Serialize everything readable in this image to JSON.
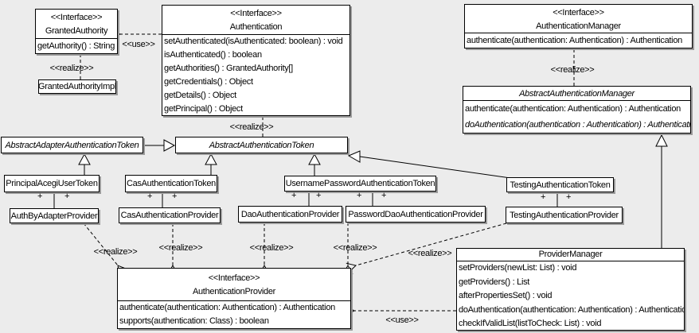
{
  "colors": {
    "background": "#ececec",
    "box_fill": "#ffffff",
    "line": "#000000",
    "shadow": "#9a9a9a"
  },
  "edge_labels": {
    "use": "<<use>>",
    "realize": "<<realize>>",
    "plus": "+"
  },
  "classes": {
    "granted_authority": {
      "stereotype": "<<Interface>>",
      "name": "GrantedAuthority",
      "methods": [
        "getAuthority() : String"
      ]
    },
    "granted_authority_impl": {
      "name": "GrantedAuthorityImpl"
    },
    "authentication": {
      "stereotype": "<<Interface>>",
      "name": "Authentication",
      "methods": [
        "setAuthenticated(isAuthenticated: boolean) : void",
        "isAuthenticated() : boolean",
        "getAuthorities() : GrantedAuthority[]",
        "getCredentials() : Object",
        "getDetails() : Object",
        "getPrincipal() : Object"
      ]
    },
    "authentication_manager": {
      "stereotype": "<<Interface>>",
      "name": "AuthenticationManager",
      "methods": [
        "authenticate(authentication: Authentication) : Authentication"
      ]
    },
    "abstract_authentication_manager": {
      "name": "AbstractAuthenticationManager",
      "methods": [
        "authenticate(authentication: Authentication) : Authentication",
        "doAuthentication(authentication : Authentication) : Authentication"
      ]
    },
    "abstract_adapter_authentication_token": {
      "name": "AbstractAdapterAuthenticationToken"
    },
    "abstract_authentication_token": {
      "name": "AbstractAuthenticationToken"
    },
    "principal_acegi_user_token": {
      "name": "PrincipalAcegiUserToken"
    },
    "cas_authentication_token": {
      "name": "CasAuthenticationToken"
    },
    "username_password_authentication_token": {
      "name": "UsernamePasswordAuthenticationToken"
    },
    "testing_authentication_token": {
      "name": "TestingAuthenticationToken"
    },
    "auth_by_adapter_provider": {
      "name": "AuthByAdapterProvider"
    },
    "cas_authentication_provider": {
      "name": "CasAuthenticationProvider"
    },
    "dao_authentication_provider": {
      "name": "DaoAuthenticationProvider"
    },
    "password_dao_authentication_provider": {
      "name": "PasswordDaoAuthenticationProvider"
    },
    "testing_authentication_provider": {
      "name": "TestingAuthenticationProvider"
    },
    "authentication_provider": {
      "stereotype": "<<Interface>>",
      "name": "AuthenticationProvider",
      "methods": [
        "authenticate(authentication: Authentication) : Authentication",
        "supports(authentication: Class) : boolean"
      ]
    },
    "provider_manager": {
      "name": "ProviderManager",
      "methods": [
        "setProviders(newList: List) : void",
        "getProviders() : List",
        "afterPropertiesSet() : void",
        "doAuthentication(authentication: Authentication) : Authentication",
        "checkIfValidList(listToCheck: List) : void"
      ]
    }
  }
}
